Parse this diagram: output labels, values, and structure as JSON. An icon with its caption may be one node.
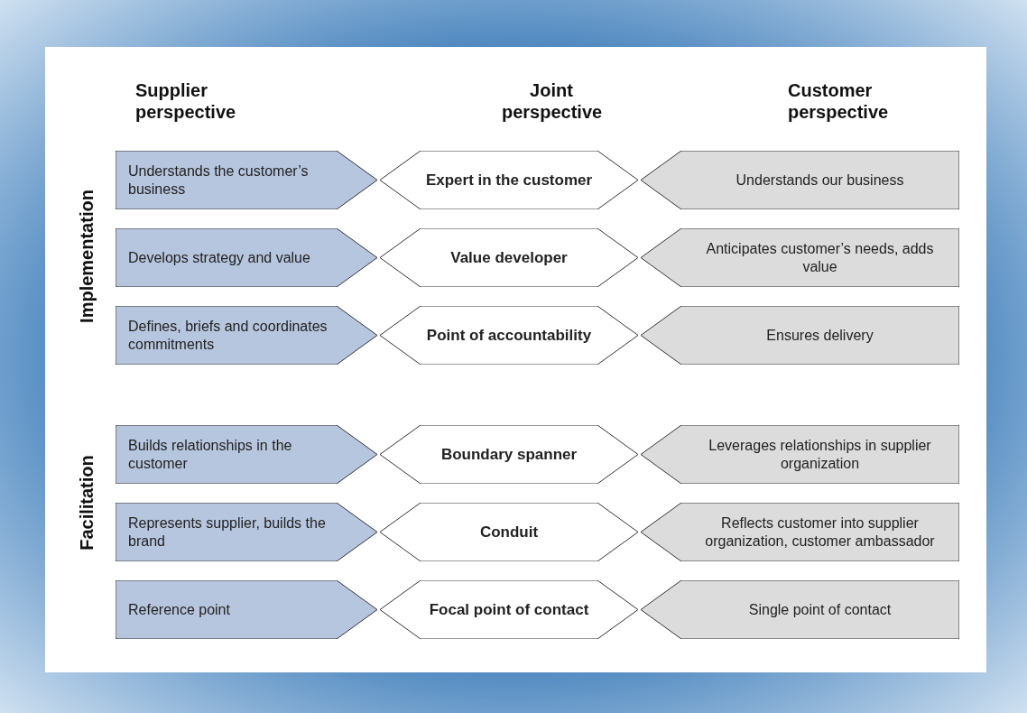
{
  "diagram": {
    "nodes": [
      {
        "text": [
          "Understands the customer’s business"
        ]
      },
      {
        "text": [
          "Expert in the customer"
        ]
      },
      {
        "text": [
          "Understands our business"
        ]
      },
      {
        "text": [
          "Develops strategy and value"
        ]
      },
      {
        "text": [
          "Value developer"
        ]
      },
      {
        "text": [
          "Anticipates customer’s needs, adds value"
        ]
      },
      {
        "text": [
          "Defines, briefs and coordinates commitments"
        ]
      },
      {
        "text": [
          "Point of accountability"
        ]
      },
      {
        "text": [
          "Ensures delivery"
        ]
      },
      {
        "text": [
          "Builds relationships in the customer"
        ]
      },
      {
        "text": [
          "Boundary spanner"
        ]
      },
      {
        "text": [
          "Leverages relationships in supplier organization"
        ]
      },
      {
        "text": [
          "Represents supplier, builds the brand"
        ]
      },
      {
        "text": [
          "Conduit"
        ]
      },
      {
        "text": [
          "Reflects customer into supplier organization, customer ambassador"
        ]
      },
      {
        "text": [
          "Reference point"
        ]
      },
      {
        "text": [
          "Focal point of contact"
        ]
      },
      {
        "text": [
          "Single point of contact"
        ]
      }
    ],
    "labels": [
      "Supplier perspective",
      "Joint perspective",
      "Customer perspective",
      "Implementation",
      "Facilitation"
    ]
  }
}
